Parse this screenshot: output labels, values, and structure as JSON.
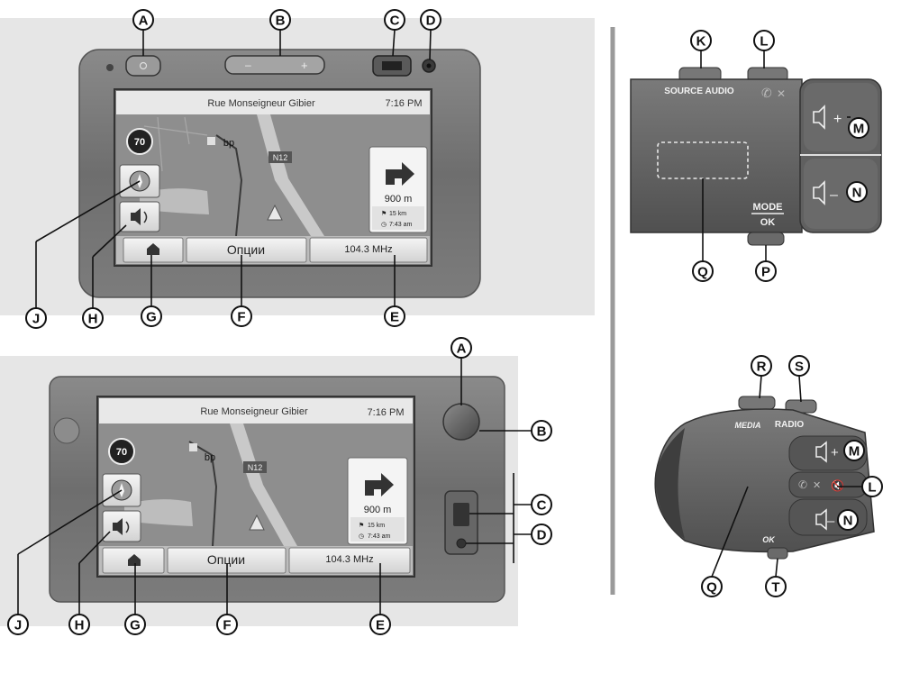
{
  "unit_top": {
    "street": "Rue Monseigneur Gibier",
    "time": "7:16 PM",
    "speed_limit": "70",
    "poi_label": "bp",
    "road_label": "N12",
    "distance": "900 m",
    "trip_distance": "15 km",
    "eta": "7:43 am",
    "options_label": "Опции",
    "radio_label": "104.3 MHz",
    "vol_minus": "–",
    "vol_plus": "+"
  },
  "unit_bottom": {
    "street": "Rue Monseigneur Gibier",
    "time": "7:16 PM",
    "speed_limit": "70",
    "poi_label": "bp",
    "road_label": "N12",
    "distance": "900 m",
    "trip_distance": "15 km",
    "eta": "7:43 am",
    "options_label": "Опции",
    "radio_label": "104.3 MHz"
  },
  "stalk_top": {
    "source_audio": "SOURCE AUDIO",
    "mode": "MODE",
    "ok": "OK"
  },
  "stalk_bottom": {
    "media": "MEDIA",
    "radio": "RADIO",
    "ok": "OK"
  },
  "callouts": {
    "A": "A",
    "B": "B",
    "C": "C",
    "D": "D",
    "E": "E",
    "F": "F",
    "G": "G",
    "H": "H",
    "J": "J",
    "K": "K",
    "L": "L",
    "M": "M",
    "N": "N",
    "P": "P",
    "Q": "Q",
    "R": "R",
    "S": "S",
    "T": "T"
  },
  "icons": {
    "home": "home-icon",
    "speaker": "speaker-icon",
    "compass": "compass-icon",
    "turn_arrow": "turn-right-icon",
    "volume_up": "volume-up-icon",
    "volume_down": "volume-down-icon",
    "mute": "mute-icon",
    "phone": "phone-icon"
  }
}
